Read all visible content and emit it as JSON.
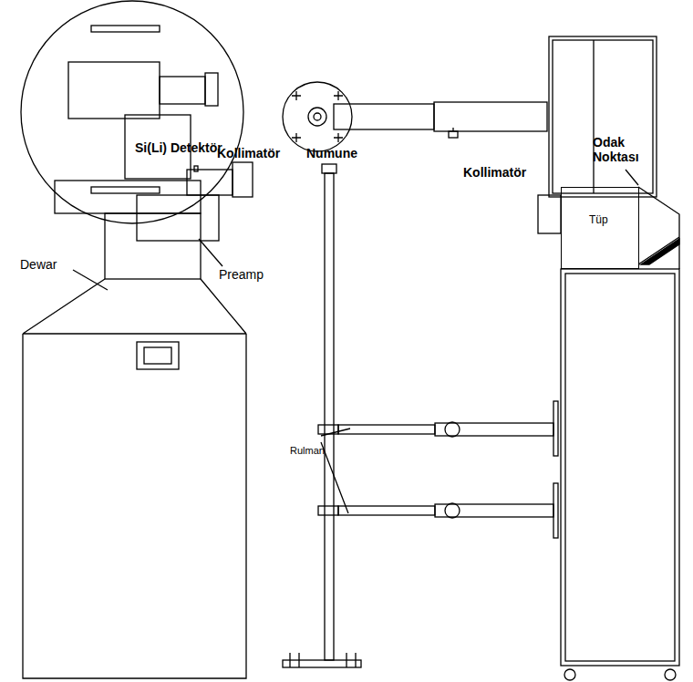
{
  "diagram": {
    "nodes": [
      {
        "text": [
          "Tüp"
        ]
      }
    ],
    "labels": [
      "Si(Li) Detektör",
      "Kollimatör",
      "Dewar",
      "Preamp",
      "Numune",
      "Rulman",
      "Kollimatör",
      "Odak Noktası"
    ]
  }
}
